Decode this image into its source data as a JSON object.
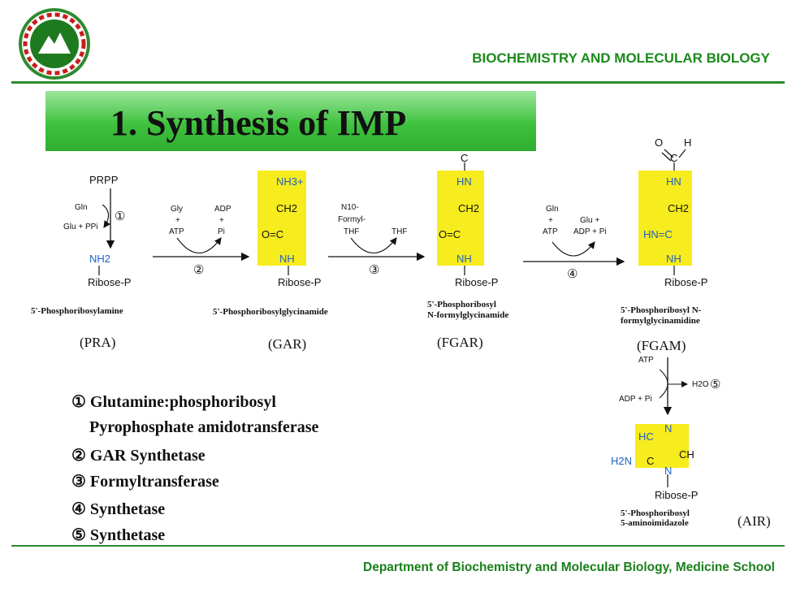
{
  "header": {
    "title": "BIOCHEMISTRY  AND MOLECULAR BIOLOGY"
  },
  "slide": {
    "title": "1. Synthesis of IMP"
  },
  "footer": {
    "text": "Department  of Biochemistry and Molecular Biology, Medicine School"
  },
  "logo": {
    "icon": "university-seal-icon"
  },
  "compounds": [
    {
      "name": "5'-Phosphoribosylamine",
      "abbr": "(PRA)"
    },
    {
      "name": "5'-Phosphoribosylglycinamide",
      "abbr": "(GAR)"
    },
    {
      "name": "5'-Phosphoribosyl",
      "name2": "N-formylglycinamide",
      "abbr": "(FGAR)"
    },
    {
      "name": "5'-Phosphoribosyl N-",
      "name2": "formylglycinamidine",
      "abbr": "(FGAM)"
    },
    {
      "name": "5'-Phosphoribosyl",
      "name2": "5-aminoimidazole",
      "abbr": "(AIR)"
    }
  ],
  "reagents": {
    "prpp": "PRPP",
    "gln": "Gln",
    "glu_ppi": "Glu + PPi",
    "gly": "Gly",
    "plus": "+",
    "atp": "ATP",
    "adp": "ADP",
    "pi": "Pi",
    "n10": "N10-",
    "formyl": "Formyl-",
    "thf": "THF",
    "glu": "Glu +",
    "adp_pi": "ADP + Pi",
    "h2o": "H2O"
  },
  "atoms": {
    "nh2": "NH2",
    "nh3": "NH3+",
    "ch2": "CH2",
    "co": "O=C",
    "nh": "NH",
    "hn": "HN",
    "ribose": "Ribose-P",
    "c": "C",
    "o": "O",
    "h": "H",
    "hn_eq": "HN=C",
    "hc": "HC",
    "n": "N",
    "ch": "CH",
    "h2n": "H2N"
  },
  "steps": [
    "①",
    "②",
    "③",
    "④",
    "⑤"
  ],
  "enzymes": [
    "① Glutamine:phosphoribosyl",
    "Pyrophosphate amidotransferase",
    "② GAR Synthetase",
    "③ Formyltransferase",
    "④ Synthetase",
    "⑤ Synthetase"
  ],
  "colors": {
    "green": "#2e8b2e",
    "highlight": "#f6ec1e",
    "blue": "#1f5fc5"
  }
}
